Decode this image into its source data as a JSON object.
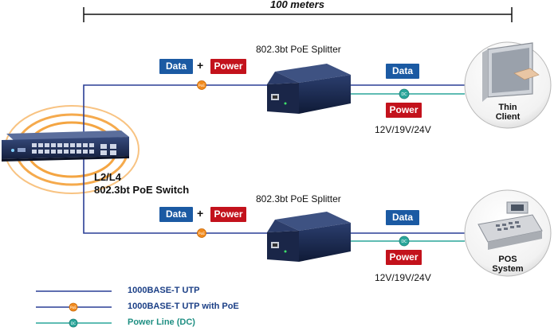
{
  "distance": "100 meters",
  "switch": {
    "line1": "L2/L4",
    "line2": "802.3bt PoE Switch"
  },
  "top": {
    "splitter_title": "802.3bt PoE Splitter",
    "in_data": "Data",
    "plus": "+",
    "in_power": "Power",
    "out_data": "Data",
    "out_power": "Power",
    "voltage": "12V/19V/24V",
    "device": {
      "line1": "Thin",
      "line2": "Client"
    }
  },
  "bottom": {
    "splitter_title": "802.3bt PoE Splitter",
    "in_data": "Data",
    "plus": "+",
    "in_power": "Power",
    "out_data": "Data",
    "out_power": "Power",
    "voltage": "12V/19V/24V",
    "device": {
      "line1": "POS",
      "line2": "System"
    }
  },
  "legend": {
    "utp": "1000BASE-T UTP",
    "utp_poe": "1000BASE-T UTP with PoE",
    "dc": "Power Line (DC)",
    "poe_marker": "PoE",
    "dc_marker": "DC"
  },
  "colors": {
    "utp": "#2a3f95",
    "dc": "#2aa69a",
    "poe": "#f28a1c",
    "data": "#1b5aa3",
    "power": "#c3121c"
  }
}
